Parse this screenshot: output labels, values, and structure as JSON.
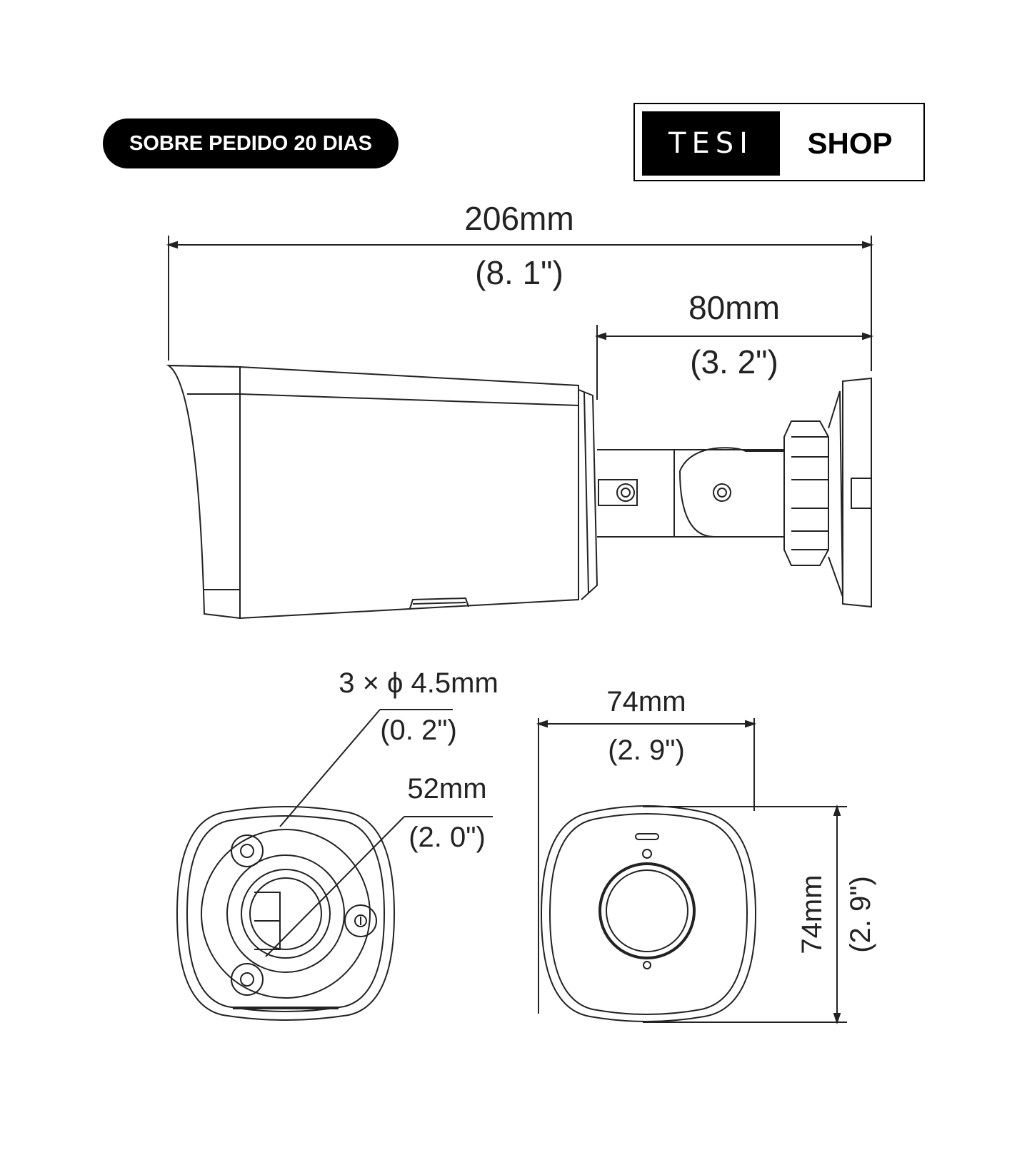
{
  "badge": {
    "label": "SOBRE PEDIDO 20 DIAS"
  },
  "logo": {
    "left_text": "TESI",
    "right_text": "SHOP"
  },
  "dimensions": {
    "total_length": {
      "mm": "206mm",
      "inch": "(8. 1\")"
    },
    "bracket_length": {
      "mm": "80mm",
      "inch": "(3. 2\")"
    },
    "mount_holes": {
      "mm": "3 × ϕ 4.5mm",
      "inch": "(0. 2\")"
    },
    "hole_spacing": {
      "mm": "52mm",
      "inch": "(2. 0\")"
    },
    "front_width": {
      "mm": "74mm",
      "inch": "(2. 9\")"
    },
    "front_height": {
      "mm": "74mm",
      "inch": "(2. 9\")"
    }
  },
  "colors": {
    "line": "#222222",
    "badge_bg": "#000000"
  }
}
